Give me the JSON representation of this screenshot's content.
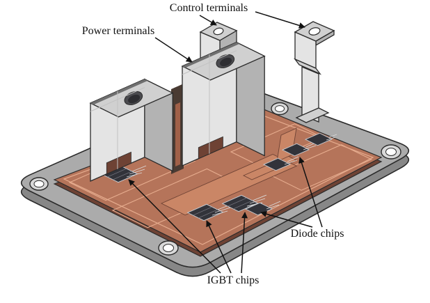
{
  "figure": {
    "labels": {
      "control_terminals": "Control terminals",
      "power_terminals": "Power terminals",
      "diode_chips": "Diode chips",
      "igbt_chips": "IGBT chips"
    },
    "colors": {
      "background": "#ffffff",
      "outline": "#2a2a2a",
      "arrow": "#111111",
      "label_text": "#111111",
      "plate_top": "#ababab",
      "plate_side": "#878787",
      "plate_hole_ring": "#d9d9d9",
      "plate_hole_inner": "#ffffff",
      "substrate_top": "#b5745a",
      "substrate_side": "#6e4234",
      "substrate_trace": "#e7ad8f",
      "copper_bus": "#ca8666",
      "chip_body": "#32333a",
      "chip_edge": "#c6cbd2",
      "metal_front": "#e4e4e4",
      "metal_side": "#b3b3b3",
      "metal_top": "#d0d0d0",
      "metal_dark": "#6f6f6f"
    }
  }
}
